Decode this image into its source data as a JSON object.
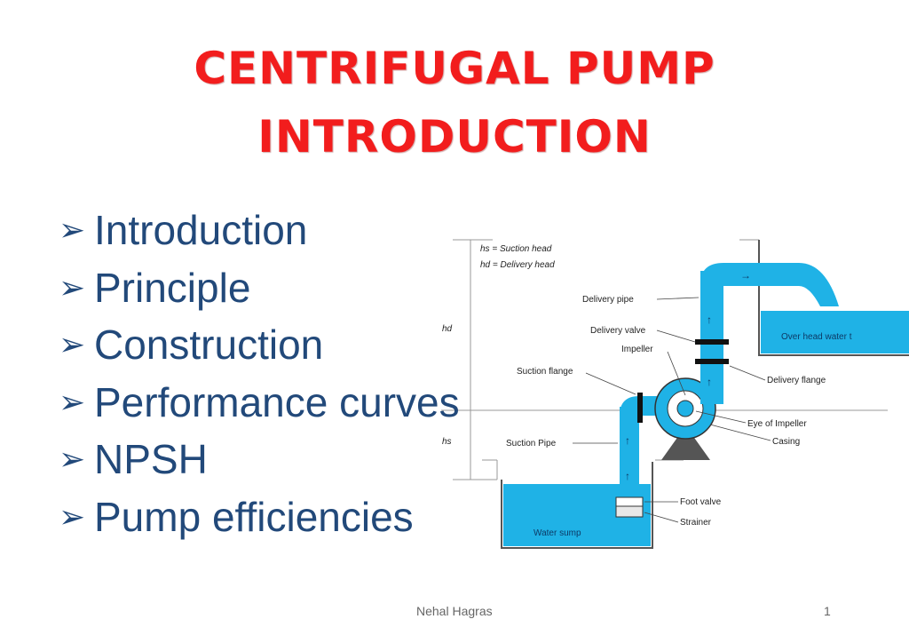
{
  "title": {
    "line1": "CENTRIFUGAL PUMP",
    "line2": "INTRODUCTION",
    "color": "#f21d1d"
  },
  "bullets": {
    "marker": "➢",
    "items": [
      "Introduction",
      "Principle",
      "Construction",
      "Performance curves",
      "NPSH",
      "Pump efficiencies"
    ],
    "color": "#22497a"
  },
  "diagram": {
    "legend_line1": "hs = Suction head",
    "legend_line2": "hd = Delivery head",
    "hd_label": "hd",
    "hs_label": "hs",
    "labels": {
      "delivery_pipe": "Delivery pipe",
      "delivery_valve": "Delivery valve",
      "impeller": "Impeller",
      "suction_flange": "Suction flange",
      "delivery_flange": "Delivery flange",
      "eye_of_impeller": "Eye of Impeller",
      "casing": "Casing",
      "suction_pipe": "Suction Pipe",
      "foot_valve": "Foot valve",
      "strainer": "Strainer",
      "water_sump": "Water sump",
      "overhead_tank": "Over head water t"
    },
    "water_color": "#1fb2e6"
  },
  "footer": {
    "author": "Nehal Hagras",
    "page": "1"
  }
}
